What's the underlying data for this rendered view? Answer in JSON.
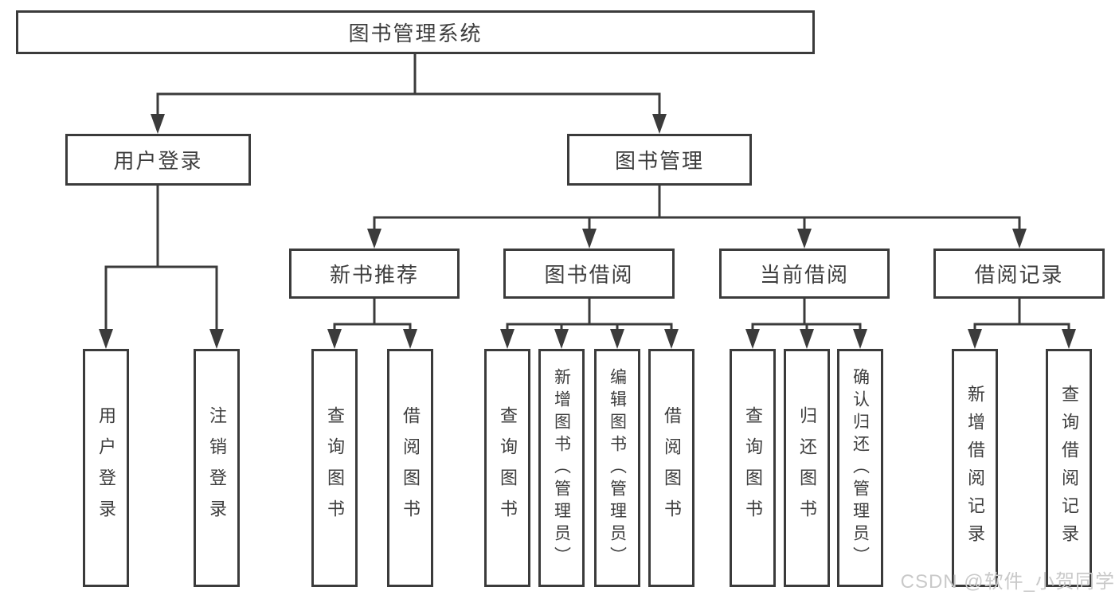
{
  "nodes": {
    "root": "图书管理系统",
    "level2": [
      "用户登录",
      "图书管理"
    ],
    "level3": [
      "新书推荐",
      "图书借阅",
      "当前借阅",
      "借阅记录"
    ]
  },
  "leaves": [
    "用户登录",
    "注销登录",
    "查询图书",
    "借阅图书",
    "查询图书",
    "新增图书（管理员）",
    "编辑图书（管理员）",
    "借阅图书",
    "查询图书",
    "归还图书",
    "确认归还（管理员）",
    "新增借阅记录",
    "查询借阅记录"
  ],
  "watermark": "CSDN @软件_小贺同学",
  "colors": {
    "line": "#3b3b3b",
    "text": "#3d3d3d",
    "box_fill": "#ffffff",
    "background": "#ffffff",
    "watermark": "#c9c9c9"
  }
}
